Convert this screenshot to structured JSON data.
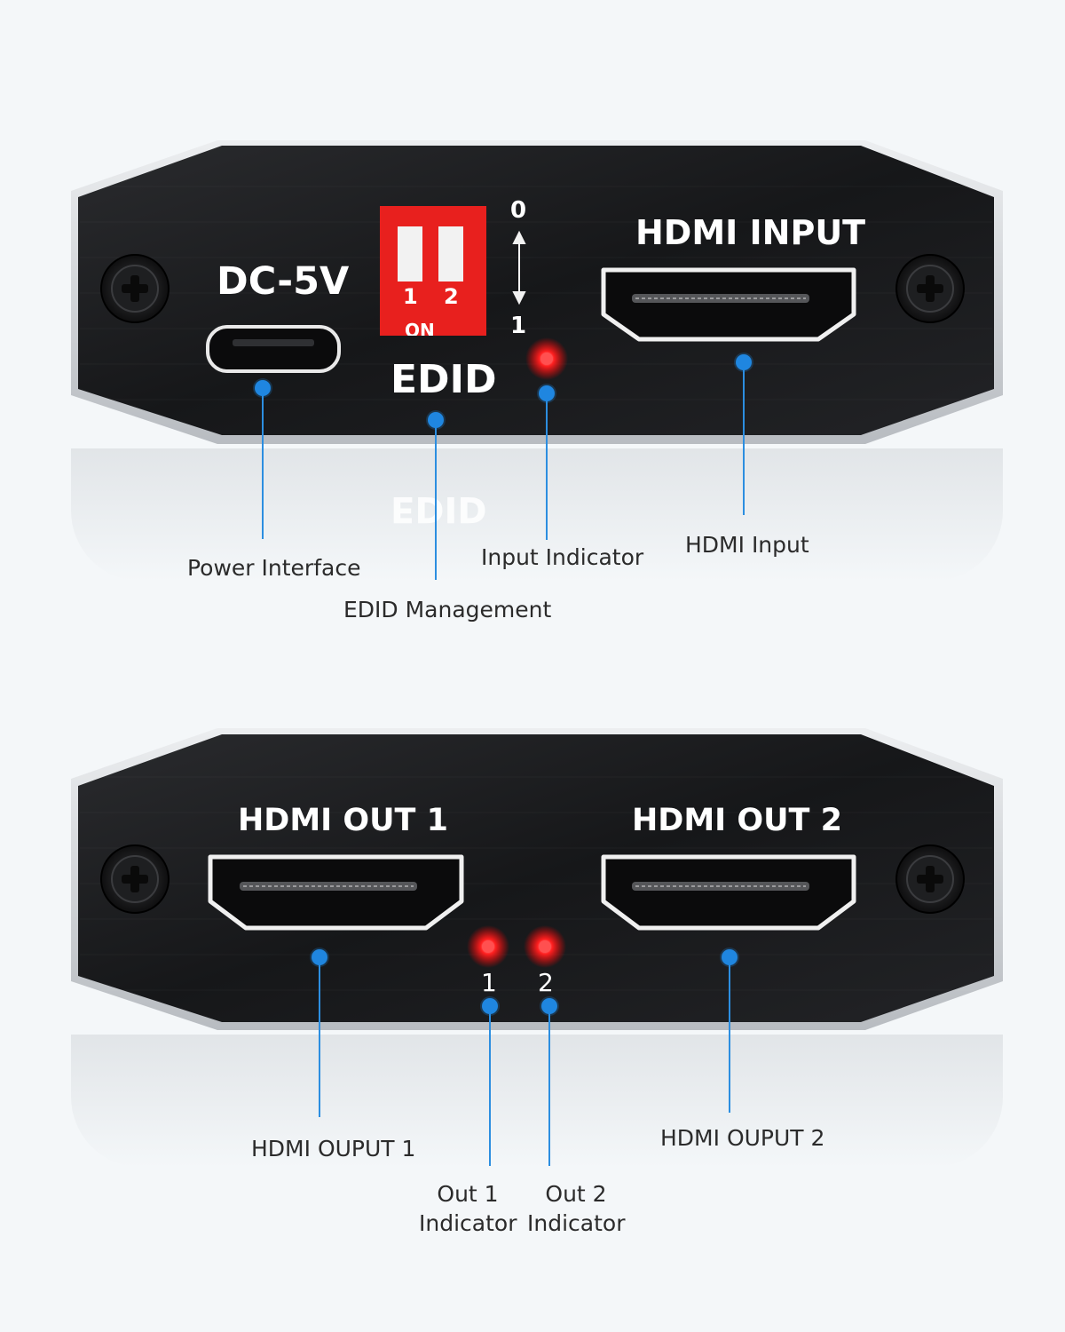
{
  "front_panel": {
    "power_label": "DC-5V",
    "edid_label": "EDID",
    "switch_pos_1": "1",
    "switch_pos_2": "2",
    "switch_on": "ON",
    "state_0": "0",
    "state_1": "1",
    "hdmi_input_label": "HDMI INPUT",
    "reflection_text": "EDID"
  },
  "back_panel": {
    "out1_label": "HDMI OUT 1",
    "out2_label": "HDMI OUT 2",
    "led1_label": "1",
    "led2_label": "2"
  },
  "callouts": {
    "power_interface": "Power Interface",
    "edid_management": "EDID Management",
    "input_indicator": "Input Indicator",
    "hdmi_input": "HDMI Input",
    "hdmi_output_1": "HDMI OUPUT 1",
    "hdmi_output_2": "HDMI OUPUT 2",
    "out1_indicator_line1": "Out 1",
    "out1_indicator_line2": "Indicator",
    "out2_indicator_line1": "Out 2",
    "out2_indicator_line2": "Indicator"
  },
  "colors": {
    "panel": "#1b1c1e",
    "bezel": "#c9ccd0",
    "led": "#ff1a1a",
    "switch": "#e8201e",
    "callout": "#1f86e0"
  }
}
